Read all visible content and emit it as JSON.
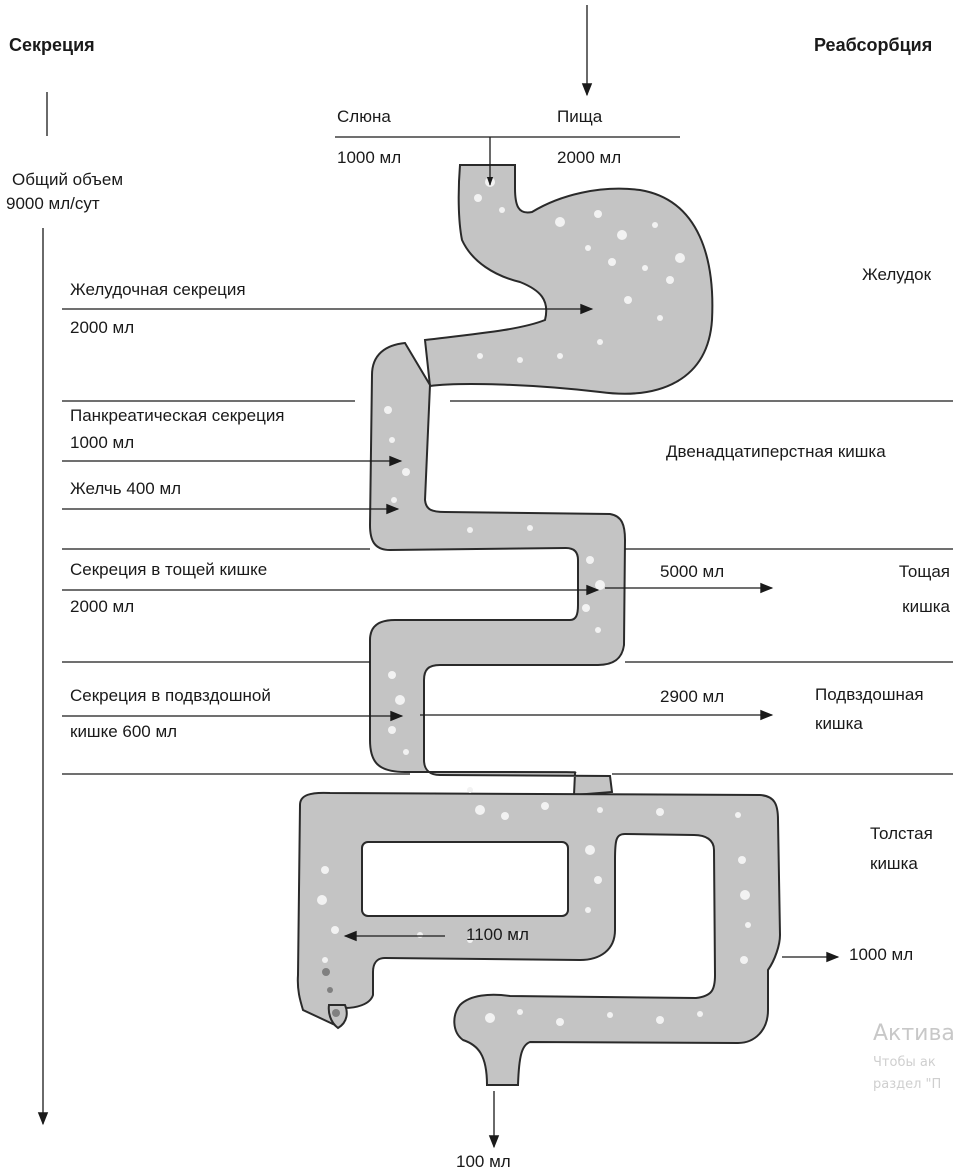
{
  "headers": {
    "left": "Секреция",
    "right": "Реабсорбция"
  },
  "total": {
    "line1": "Общий объем",
    "line2": "9000 мл/сут"
  },
  "inputs": {
    "saliva_label": "Слюна",
    "saliva_value": "1000 мл",
    "food_label": "Пища",
    "food_value": "2000 мл"
  },
  "secretions": {
    "gastric": {
      "label": "Желудочная секреция",
      "value": "2000 мл"
    },
    "pancreatic": {
      "label": "Панкреатическая секреция",
      "value": "1000 мл"
    },
    "bile": "Желчь 400 мл",
    "jejunal": {
      "label": "Секреция в тощей кишке",
      "value": "2000 мл"
    },
    "ileal": {
      "line1": "Секреция в подвздошной",
      "line2": "кишке 600 мл"
    }
  },
  "organs": {
    "stomach": "Желудок",
    "duodenum": "Двенадцатиперстная кишка",
    "jejunum": {
      "line1": "Тощая",
      "line2": "кишка"
    },
    "ileum": {
      "line1": "Подвздошная",
      "line2": "кишка"
    },
    "colon": {
      "line1": "Толстая",
      "line2": "кишка"
    }
  },
  "absorption": {
    "jejunum": "5000 мл",
    "ileum": "2900 мл",
    "colon_right": "1000 мл",
    "colon_left": "1100 мл",
    "excreted": "100 мл"
  },
  "watermark": {
    "line1": "Актива",
    "line2": "Чтобы ак",
    "line3": "раздел \"П"
  },
  "colors": {
    "gut_fill": "#c4c4c4",
    "gut_stroke": "#2a2a2a",
    "bubbles": "#f4f4f4",
    "line": "#1a1a1a"
  }
}
